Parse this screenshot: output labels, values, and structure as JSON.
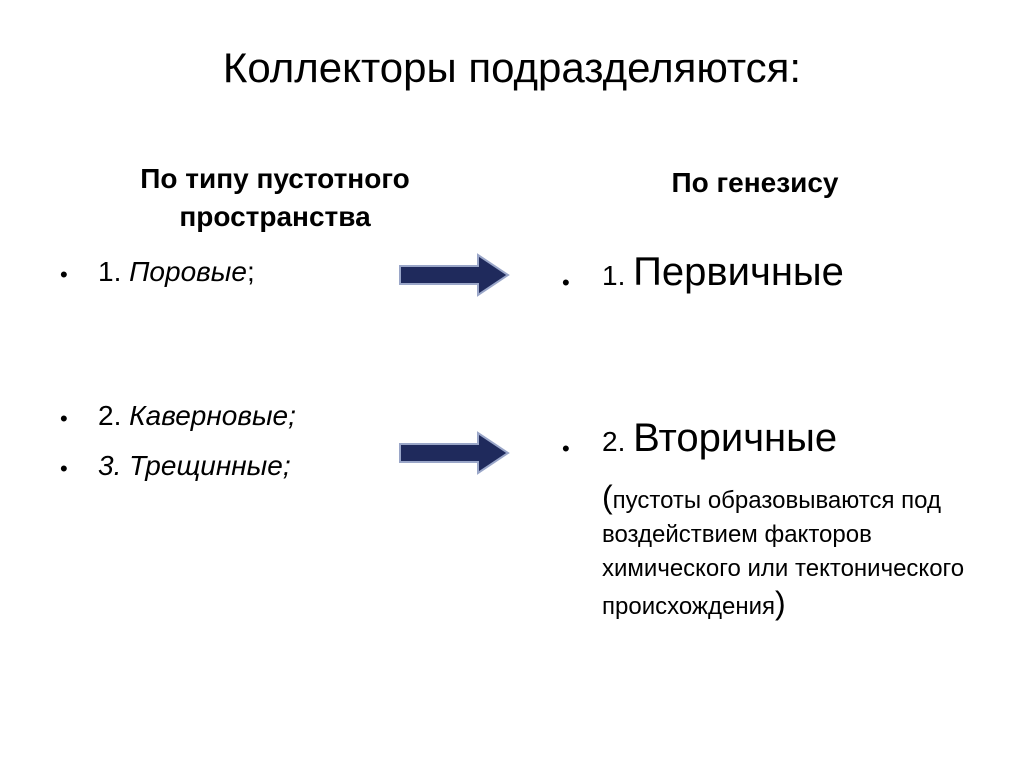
{
  "title": "Коллекторы подразделяются:",
  "left_column": {
    "heading": "По типу  пустотного пространства",
    "items": [
      {
        "bullet": "•",
        "number": "1. ",
        "text": "Поровые",
        "suffix": ";"
      },
      {
        "bullet": "•",
        "number": "2. ",
        "text": "Каверновые;",
        "suffix": ""
      },
      {
        "bullet": "•",
        "number": "",
        "text": "3. Трещинные;",
        "suffix": ""
      }
    ]
  },
  "right_column": {
    "heading": "По генезису",
    "items": [
      {
        "bullet": "•",
        "number": "1. ",
        "text": "Первичные"
      },
      {
        "bullet": "•",
        "number": "2. ",
        "text": "Вторичные"
      }
    ],
    "note": {
      "open_paren": "(",
      "text": "пустоты образовываются под воздействием факторов химического или тектонического происхождения",
      "close_paren": ")"
    }
  },
  "arrows": [
    {
      "icon": "right-arrow-icon",
      "color": "#1f2a5c"
    },
    {
      "icon": "right-arrow-icon",
      "color": "#1f2a5c"
    }
  ]
}
